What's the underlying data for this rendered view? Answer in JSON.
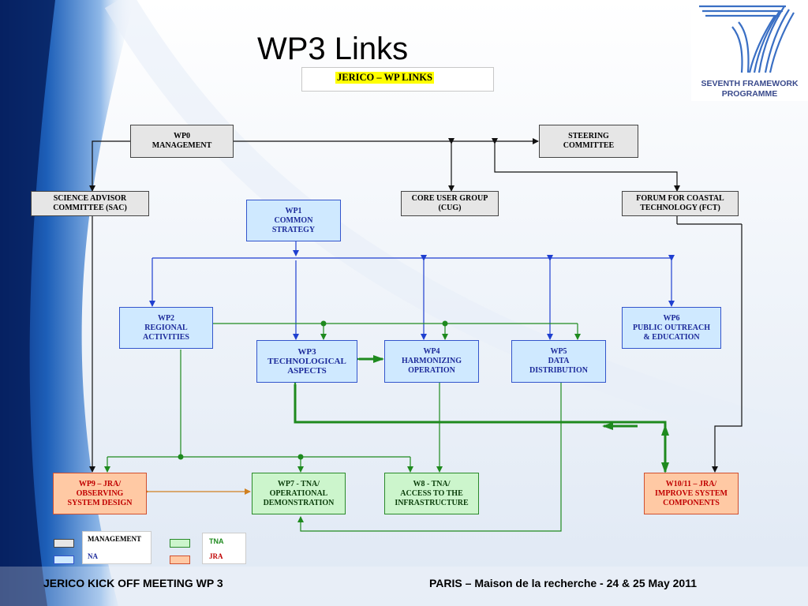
{
  "slide": {
    "title": "WP3 Links",
    "subtitle": "JERICO – WP LINKS",
    "logo_line1": "SEVENTH FRAMEWORK",
    "logo_line2": "PROGRAMME"
  },
  "nodes": {
    "wp0": "WP0\nMANAGEMENT",
    "steering": "STEERING\nCOMMITTEE",
    "sac": "SCIENCE     ADVISOR\nCOMMITTEE (SAC)",
    "cug": "CORE USER GROUP\n(CUG)",
    "fct": "FORUM FOR COASTAL\nTECHNOLOGY (FCT)",
    "wp1": "WP1\nCOMMON\nSTRATEGY",
    "wp2": "WP2\nREGIONAL\nACTIVITIES",
    "wp6": "WP6\nPUBLIC OUTREACH\n& EDUCATION",
    "wp3": "WP3\nTECHNOLOGICAL\nASPECTS",
    "wp4": "WP4\nHARMONIZING\nOPERATION",
    "wp5": "WP5\nDATA\nDISTRIBUTION",
    "wp9": "WP9 – JRA/\nOBSERVING\nSYSTEM DESIGN",
    "wp7": "WP7 - TNA/\nOPERATIONAL\nDEMONSTRATION",
    "wp8": "W8 - TNA/\nACCESS TO THE\nINFRASTRUCTURE",
    "wp10": "W10/11 – JRA/\nIMPROVE SYSTEM\nCOMPONENTS"
  },
  "legend": {
    "management": "MANAGEMENT",
    "na": "NA",
    "tna": "TNA",
    "jra": "JRA"
  },
  "footer": {
    "left": "JERICO KICK OFF MEETING  WP 3",
    "right": "PARIS – Maison de la recherche - 24 & 25 May 2011"
  },
  "colors": {
    "management": "#e6e6e6",
    "na": "#cfe9ff",
    "tna": "#ccf5cc",
    "jra": "#ffc9a4",
    "na_line": "#1f3fd0",
    "tna_line": "#1e8a1e",
    "jra_line": "#d08020"
  }
}
